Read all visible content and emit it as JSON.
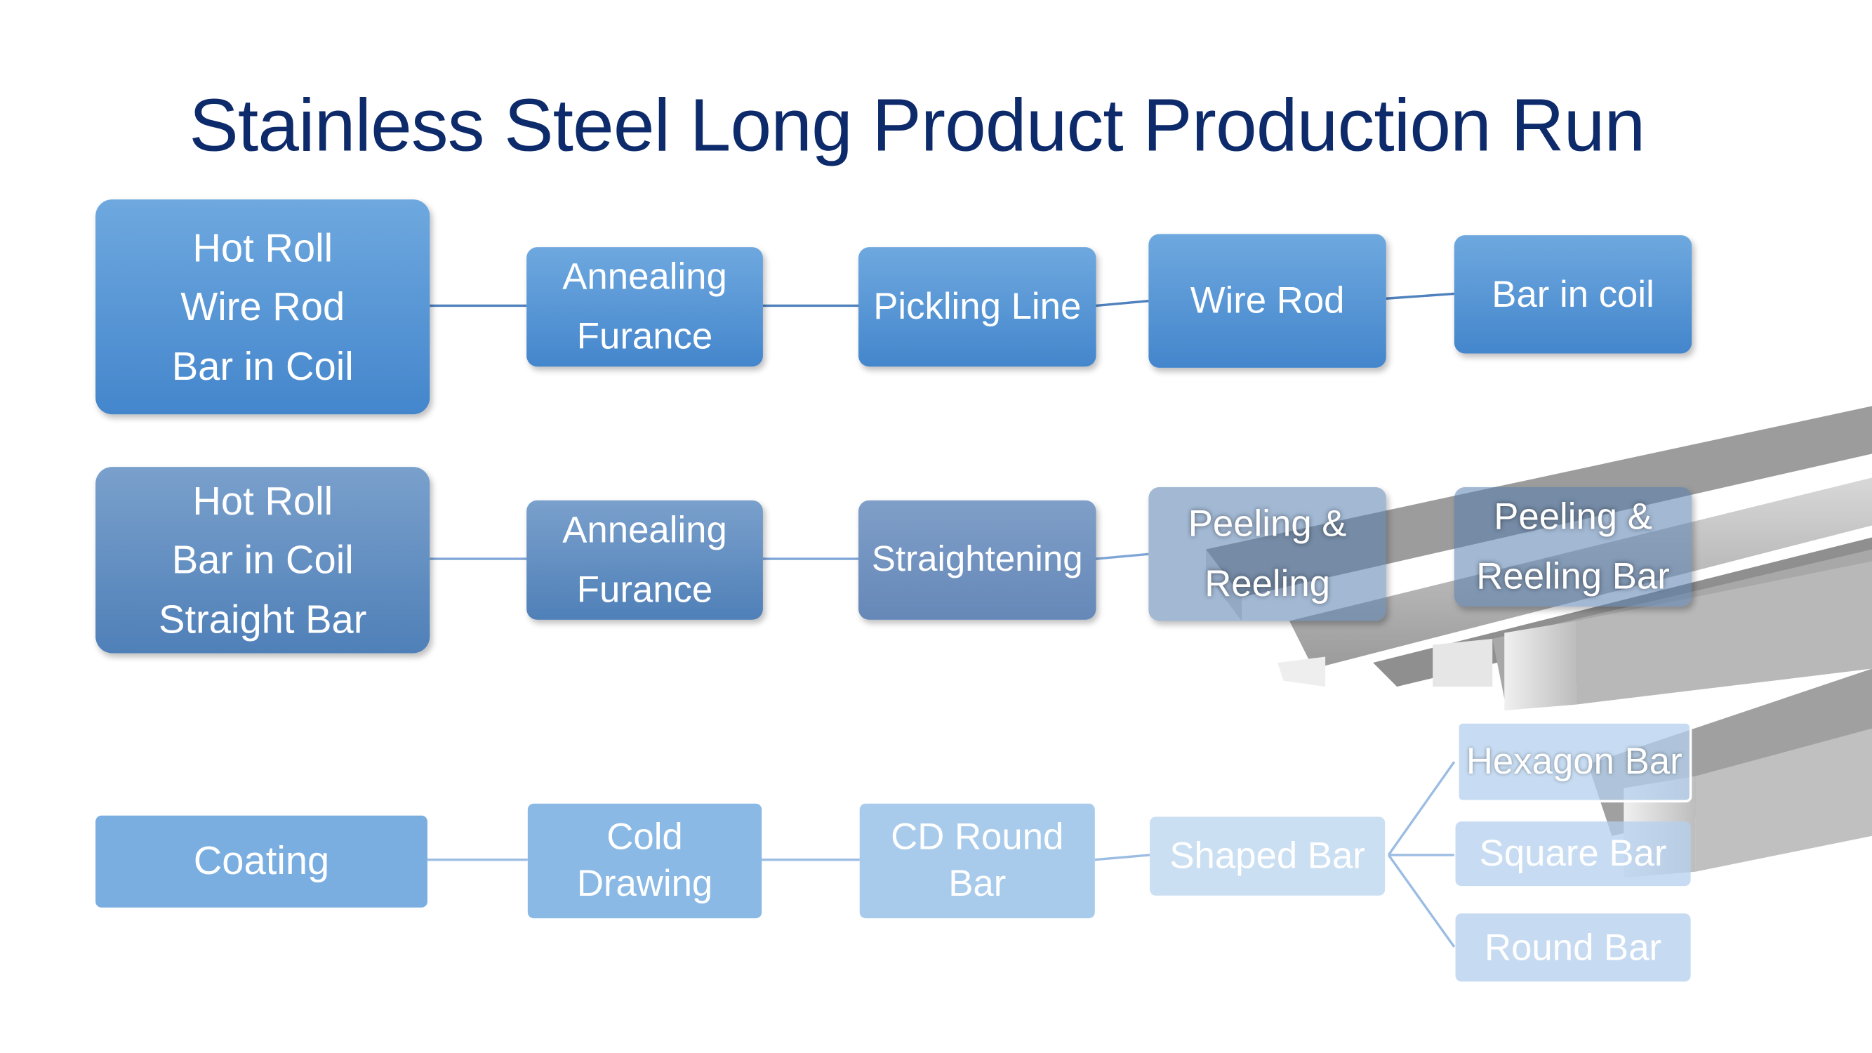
{
  "title": "Stainless Steel Long Product Production Run",
  "rows": {
    "row1": {
      "source": [
        "Hot Roll",
        "Wire Rod",
        "Bar in Coil"
      ],
      "step1": [
        "Annealing",
        "Furance"
      ],
      "step2": "Pickling Line",
      "step3": "Wire Rod",
      "step4": "Bar in coil"
    },
    "row2": {
      "source": [
        "Hot Roll",
        "Bar in Coil",
        "Straight Bar"
      ],
      "step1": [
        "Annealing",
        "Furance"
      ],
      "step2": "Straightening",
      "step3": [
        "Peeling &",
        "Reeling"
      ],
      "step4": [
        "Peeling &",
        "Reeling Bar"
      ]
    },
    "row3": {
      "source": "Coating",
      "step1": [
        "Cold",
        "Drawing"
      ],
      "step2": [
        "CD Round",
        "Bar"
      ],
      "step3": "Shaped Bar",
      "outputs": [
        "Hexagon Bar",
        "Square Bar",
        "Round Bar"
      ]
    }
  },
  "colors": {
    "title": "#0d2a6b",
    "row1": "#5b9bd5",
    "row2": "#6690c2",
    "connector": "#4f81bd"
  }
}
